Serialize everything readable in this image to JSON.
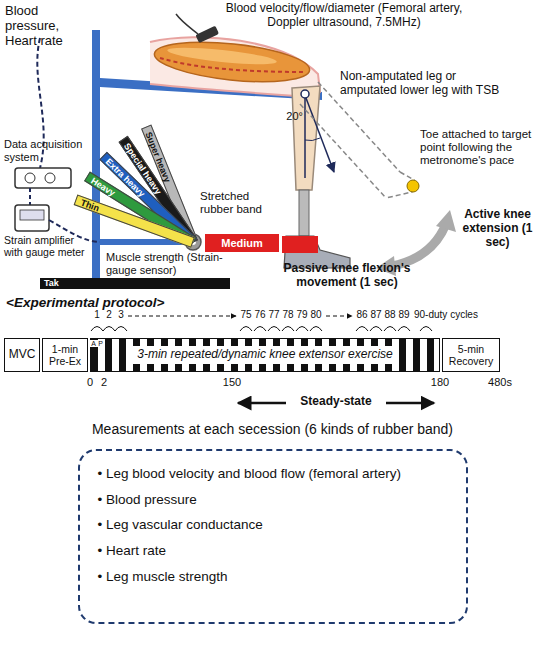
{
  "diagram": {
    "nodes": [
      {
        "text": [
          "Super heavy"
        ]
      },
      {
        "text": [
          "Special heavy"
        ]
      },
      {
        "text": [
          "Extra heavy"
        ]
      },
      {
        "text": [
          "Heavy"
        ]
      },
      {
        "text": [
          "Thin"
        ]
      },
      {
        "text": [
          "Medium"
        ]
      },
      {
        "text": [
          "MVC"
        ]
      },
      {
        "text": [
          "1-min Pre-Ex"
        ]
      },
      {
        "text": [
          "3-min repeated/dynamic knee extensor exercise"
        ]
      },
      {
        "text": [
          "5-min Recovery"
        ]
      },
      {
        "text": [
          "Measurements at each secession (6 kinds of rubber band)",
          "• Leg blood velocity and blood flow (femoral artery)",
          "• Blood pressure",
          "• Leg vascular conductance",
          "• Heart rate",
          "• Leg muscle strength"
        ]
      }
    ],
    "labels": [
      "Blood pressure, Heart rate",
      "Blood velocity/flow/diameter (Femoral artery, Doppler ultrasound, 7.5MHz)",
      "Non-amputated leg or amputated lower leg with TSB",
      "20°",
      "Toe attached to target point following the metronome's pace",
      "Active knee extension (1 sec)",
      "Passive knee flexion's movement (1 sec)",
      "Data acquisition system",
      "Strain amplifier with gauge meter",
      "Stretched rubber band",
      "Muscle strength (Strain-gauge sensor)",
      "Tak",
      "<Experimental protocol>",
      "1",
      "2",
      "3",
      "75",
      "76",
      "77",
      "78",
      "79",
      "80",
      "86",
      "87",
      "88",
      "89",
      "90-duty cycles",
      "A",
      "P",
      "0",
      "2",
      "150",
      "180",
      "480s",
      "Steady-state"
    ]
  }
}
